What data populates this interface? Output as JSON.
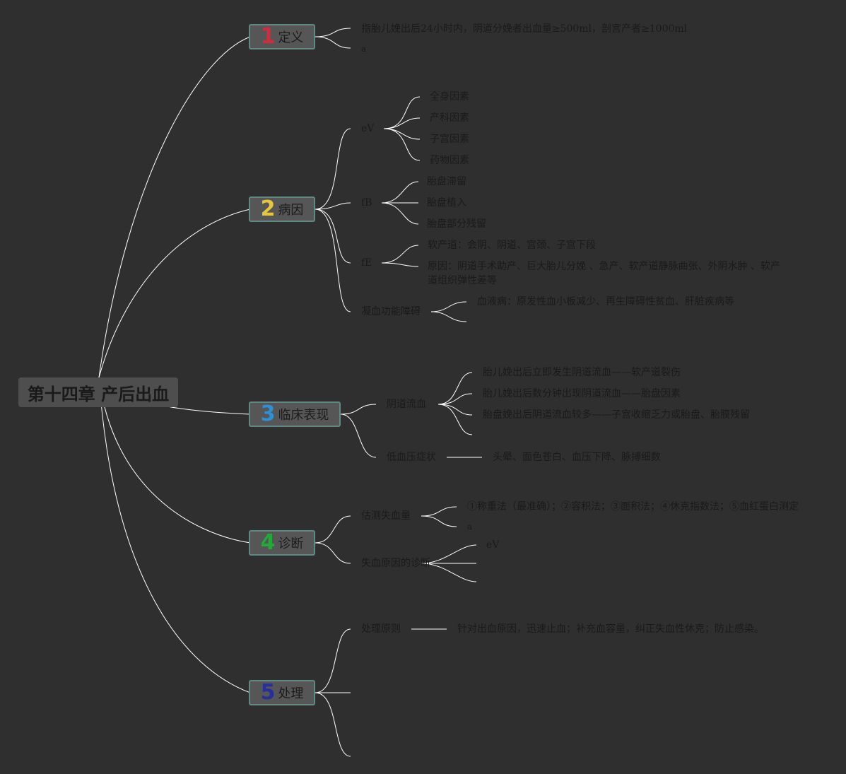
{
  "colors": {
    "background": "#2f2f2f",
    "link": "#ffffff",
    "topic_border": "#5d8a82",
    "num1": "#d42b3c",
    "num2": "#e8c63a",
    "num3": "#2d8fd6",
    "num4": "#25a83a",
    "num5": "#25309a"
  },
  "root": "第十四章 产后出血",
  "topics": [
    {
      "num": "1",
      "label": "定义"
    },
    {
      "num": "2",
      "label": "病因"
    },
    {
      "num": "3",
      "label": "临床表现"
    },
    {
      "num": "4",
      "label": "诊断"
    },
    {
      "num": "5",
      "label": "处理"
    }
  ],
  "definition": {
    "text": "指胎儿娩出后24小时内，阴道分娩者出血量≥500ml，剖宫产者≥1000ml",
    "extra": "a"
  },
  "etiology": {
    "ev": {
      "label": "eV",
      "items": [
        "全身因素",
        "产科因素",
        "子宫因素",
        "药物因素"
      ]
    },
    "fb": {
      "label": "fB",
      "items": [
        "胎盘滞留",
        "胎盘植入",
        "胎盘部分残留"
      ]
    },
    "fe": {
      "label": "fE",
      "items": [
        "软产道：会阴、阴道、宫颈、子宫下段",
        "原因：阴道手术助产、巨大胎儿分娩 、急产、软产道静脉曲张、外阴水肿 、软产道组织弹性差等"
      ]
    },
    "coag": {
      "label": "凝血功能障碍",
      "items": [
        "血液病：原发性血小板减少、再生障碍性贫血、肝脏疾病等"
      ]
    }
  },
  "clinical": {
    "bleeding": {
      "label": "阴道流血",
      "items": [
        "胎儿娩出后立即发生阴道流血——软产道裂伤",
        "胎儿娩出后数分钟出现阴道流血——胎盘因素",
        "胎盘娩出后阴道流血较多——子宫收缩乏力或胎盘、胎膜残留"
      ]
    },
    "hypotension": {
      "label": "低血压症状",
      "items": [
        "头晕、面色苍白、血压下降、脉搏细数"
      ]
    }
  },
  "diagnosis": {
    "estimate": {
      "label": "估测失血量",
      "items": [
        "①称重法（最准确）；②容积法；③面积法；④休克指数法；⑤血红蛋白测定",
        "a"
      ]
    },
    "cause": {
      "label": "失血原因的诊断",
      "items": [
        "eV"
      ]
    }
  },
  "treatment": {
    "principle": {
      "label": "处理原则",
      "items": [
        "针对出血原因，迅速止血；补充血容量，纠正失血性休克；防止感染。"
      ]
    }
  }
}
